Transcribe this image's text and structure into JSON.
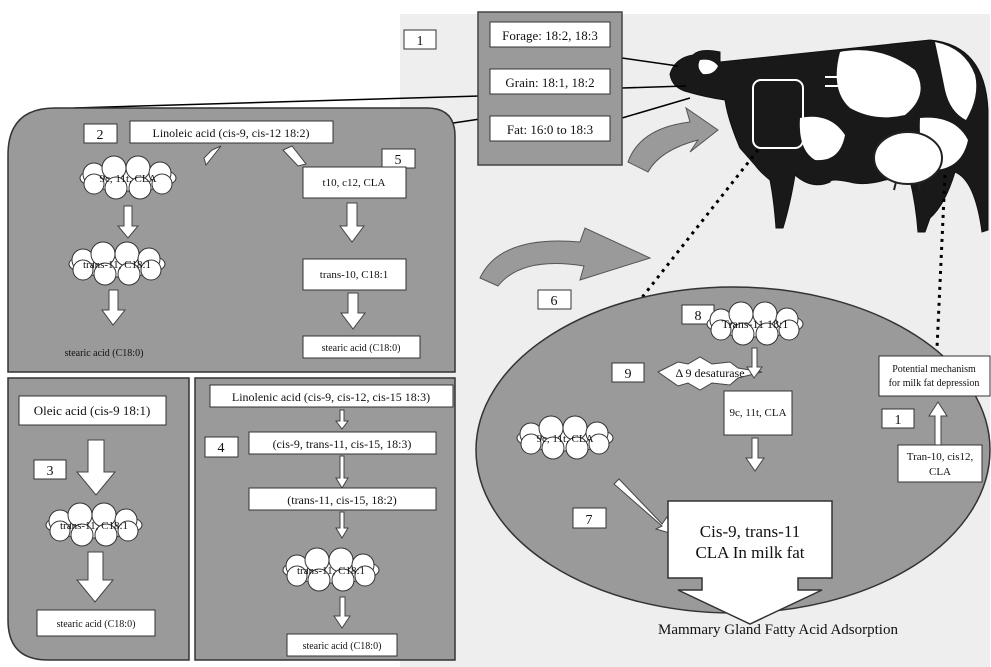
{
  "feed_box": {
    "number": "1",
    "items": [
      "Forage: 18:2, 18:3",
      "Grain: 18:1, 18:2",
      "Fat: 16:0 to 18:3"
    ]
  },
  "linoleic_panel": {
    "number_a": "2",
    "number_b": "5",
    "source": "Linoleic acid (cis-9, cis-12 18:2)",
    "left_chain": [
      "9c, 11t, CLA",
      "trans-11, C18:1",
      "stearic acid (C18:0)"
    ],
    "right_chain": [
      "t10, c12, CLA",
      "trans-10, C18:1",
      "stearic acid (C18:0)"
    ]
  },
  "oleic_panel": {
    "number": "3",
    "source": "Oleic acid  (cis-9 18:1)",
    "chain": [
      "trans-11, C18:1",
      "stearic acid (C18:0)"
    ]
  },
  "linolenic_panel": {
    "number": "4",
    "source": "Linolenic acid (cis-9, cis-12, cis-15 18:3)",
    "chain": [
      "(cis-9, trans-11, cis-15, 18:3)",
      "(trans-11, cis-15, 18:2)",
      "trans-11, C18:1",
      "stearic acid (C18:0)"
    ]
  },
  "mammary": {
    "number_6": "6",
    "number_7": "7",
    "number_8": "8",
    "number_9": "9",
    "number_1": "1",
    "trans11": "Trans-11 18:1",
    "desaturase": "Δ 9 desaturase",
    "cla_center": "9c, 11t, CLA",
    "cla_left": "9c, 11t, CLA",
    "mechanism_line1": "Potential mechanism",
    "mechanism_line2": "for milk fat depression",
    "tran_line1": "Tran-10, cis12,",
    "tran_line2": "CLA",
    "milk_line1": "Cis-9, trans-11",
    "milk_line2": "CLA In milk fat",
    "caption": "Mammary Gland Fatty Acid Adsorption"
  }
}
